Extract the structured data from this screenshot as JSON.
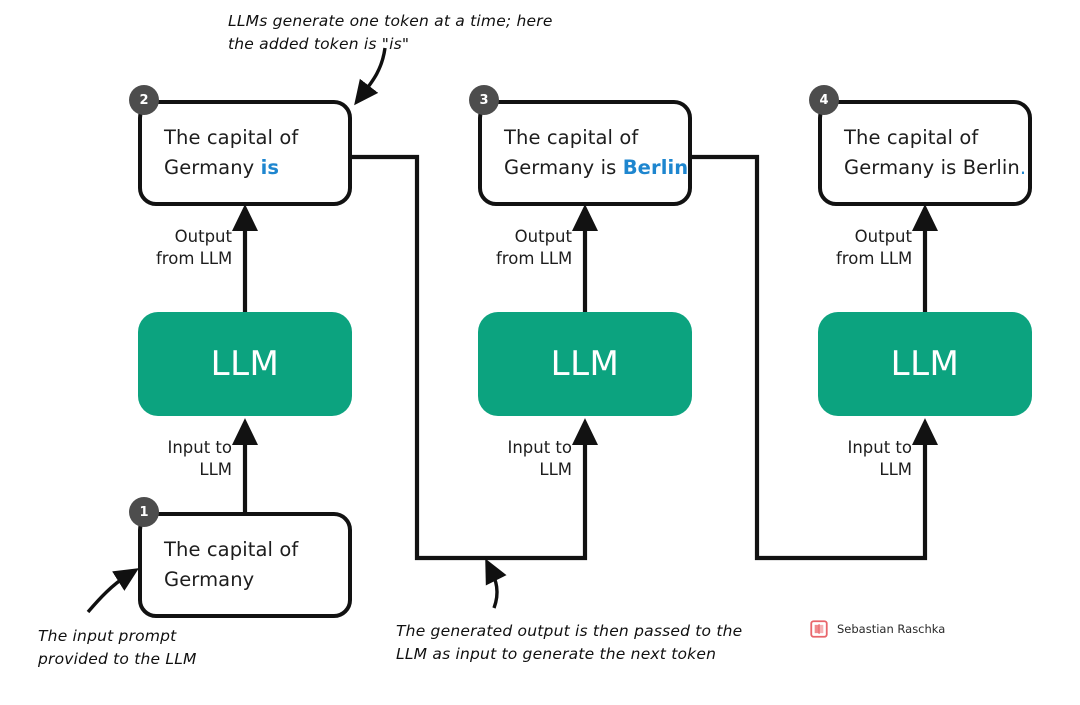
{
  "title": "LLM next-token generation loop",
  "colors": {
    "accent_blue": "#1E86CF",
    "llm_teal": "#0CA37F",
    "badge_gray": "#4d4d4d",
    "stroke_black": "#121212",
    "signature_red": "#E8656B"
  },
  "steps": [
    {
      "number": "1"
    },
    {
      "number": "2"
    },
    {
      "number": "3"
    },
    {
      "number": "4"
    }
  ],
  "boxes": {
    "step1": {
      "badge": "1",
      "line1": "The capital of",
      "line2_plain": "Germany",
      "line2_token": "",
      "line2_tail": ""
    },
    "step2": {
      "badge": "2",
      "line1": "The capital of",
      "line2_plain": "Germany ",
      "line2_token": "is",
      "line2_tail": ""
    },
    "step3": {
      "badge": "3",
      "line1": "The capital of",
      "line2_plain": "Germany is ",
      "line2_token": "Berlin",
      "line2_tail": ""
    },
    "step4": {
      "badge": "4",
      "line1": "The capital of",
      "line2_plain": "Germany is Berlin",
      "line2_token": ".",
      "line2_tail": ""
    }
  },
  "llm_blocks": [
    {
      "label": "LLM"
    },
    {
      "label": "LLM"
    },
    {
      "label": "LLM"
    }
  ],
  "edge_labels": {
    "output": {
      "line1": "Output",
      "line2": "from LLM"
    },
    "input": {
      "line1": "Input to",
      "line2": "LLM"
    }
  },
  "annotations": {
    "top": {
      "line1": "LLMs generate one token at a time; here",
      "line2": "the added token is \"is\""
    },
    "bottom_left": {
      "line1": "The input prompt",
      "line2": "provided to the LLM"
    },
    "bottom_center": {
      "line1": "The generated output is then passed to the",
      "line2": "LLM as input to generate the next token"
    }
  },
  "signature": {
    "name": "Sebastian Raschka",
    "icon": "book-icon"
  }
}
